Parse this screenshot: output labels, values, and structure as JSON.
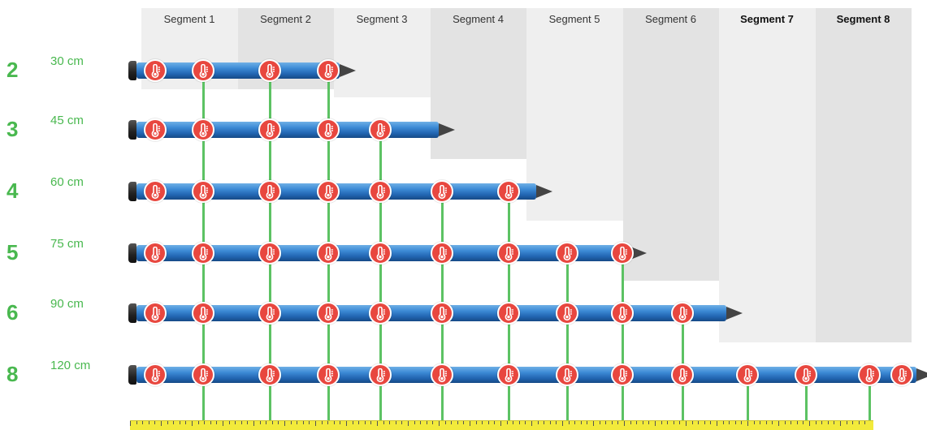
{
  "segments": [
    {
      "label": "Segment 1",
      "shade": "#efefef",
      "bold": false
    },
    {
      "label": "Segment 2",
      "shade": "#e3e3e3",
      "bold": false
    },
    {
      "label": "Segment 3",
      "shade": "#efefef",
      "bold": false
    },
    {
      "label": "Segment 4",
      "shade": "#e3e3e3",
      "bold": false
    },
    {
      "label": "Segment 5",
      "shade": "#efefef",
      "bold": false
    },
    {
      "label": "Segment 6",
      "shade": "#e3e3e3",
      "bold": false
    },
    {
      "label": "Segment 7",
      "shade": "#efefef",
      "bold": true
    },
    {
      "label": "Segment 8",
      "shade": "#e3e3e3",
      "bold": true
    }
  ],
  "probes": [
    {
      "number": "2",
      "length": "30 cm",
      "segments_shaded": 2,
      "sensor_count": 4
    },
    {
      "number": "3",
      "length": "45 cm",
      "segments_shaded": 3,
      "sensor_count": 5
    },
    {
      "number": "4",
      "length": "60 cm",
      "segments_shaded": 4,
      "sensor_count": 7
    },
    {
      "number": "5",
      "length": "75 cm",
      "segments_shaded": 5,
      "sensor_count": 9
    },
    {
      "number": "6",
      "length": "90 cm",
      "segments_shaded": 6,
      "sensor_count": 10
    },
    {
      "number": "8",
      "length": "120 cm",
      "segments_shaded": 8,
      "sensor_count": 14
    }
  ],
  "colors": {
    "accent_green": "#49b84f",
    "sensor_red": "#e8473f",
    "rod_blue": "#2f7cc8",
    "ruler_yellow": "#f2ea3b"
  },
  "icons": {
    "sensor": "thermometer-icon",
    "cable_connector": "connector-cap-icon",
    "probe_tip": "probe-tip-icon"
  }
}
